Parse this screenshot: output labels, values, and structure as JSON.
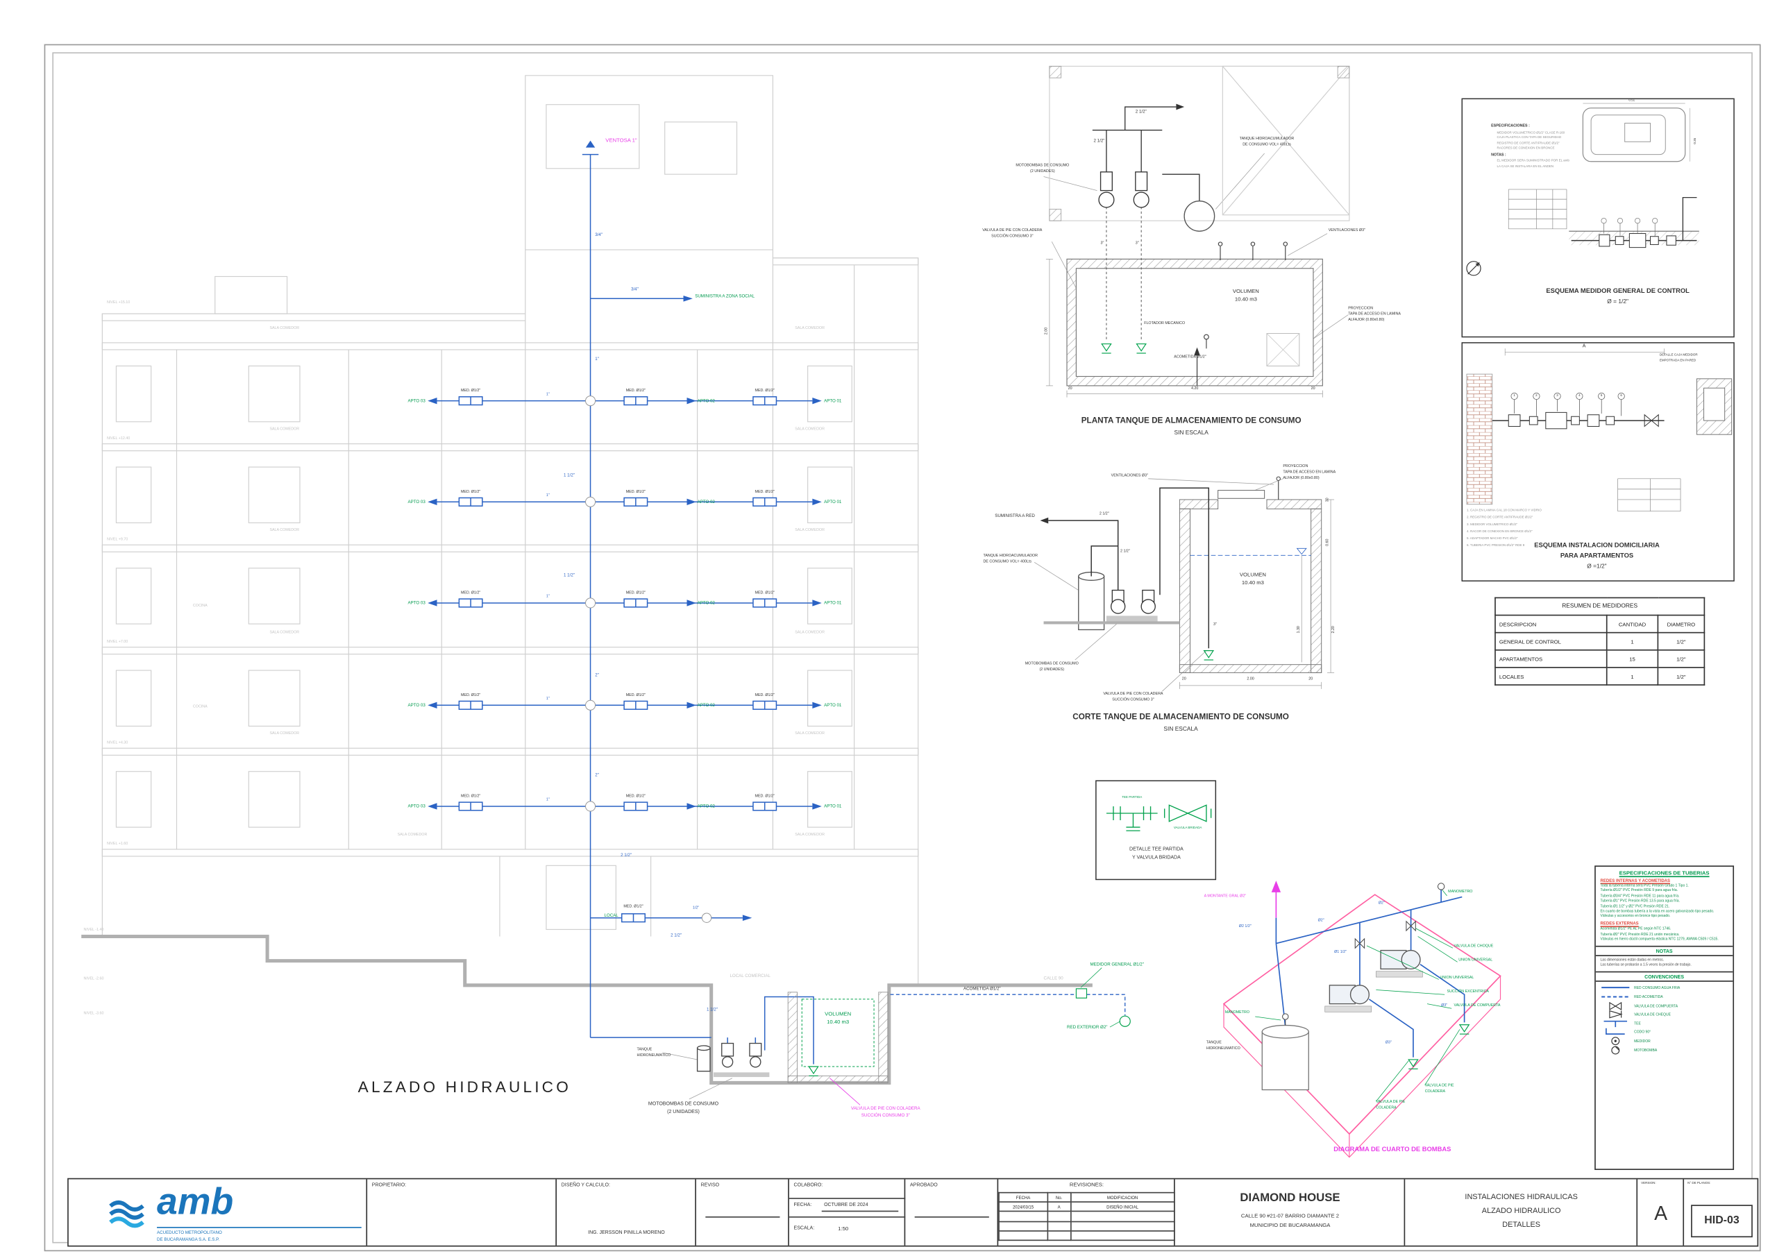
{
  "colors": {
    "pipe_blue": "#2a62c4",
    "label_green": "#009a4e",
    "magenta": "#e83ee8",
    "pump_room_pink": "#ff5fa2",
    "building_gray": "#cfcfcf",
    "amb_blue": "#1b75bb"
  },
  "elevation": {
    "title": "ALZADO HIDRAULICO",
    "ventosa": "VENTOSA 1\"",
    "suministra": "SUMINISTRA A ZONA SOCIAL",
    "apto_01": "APTO 01",
    "apto_02": "APTO 02",
    "apto_03": "APTO 03",
    "med": "MED. Ø1/2\"",
    "local": "LOCAL",
    "half": "1/2\"",
    "branch_size": "1\"",
    "riser_sizes": [
      "3/4\"",
      "3/4\"",
      "1\"",
      "1 1/2\"",
      "1 1/2\"",
      "2\"",
      "2\"",
      "2 1/2\"",
      "2 1/2\"",
      "1 1/2\""
    ],
    "levels": [
      "NIVEL +15.10",
      "NIVEL +12.40",
      "NIVEL +9.70",
      "NIVEL +7.00",
      "NIVEL +4.30",
      "NIVEL +1.60",
      "NIVEL -1.40",
      "NIVEL -2.60",
      "NIVEL -3.60"
    ],
    "rooms": {
      "sala": "SALA COMEDOR",
      "cocina": "COCINA",
      "local_comercial": "LOCAL COMERCIAL",
      "calle": "CALLE 90"
    },
    "volumen_l1": "VOLUMEN",
    "volumen_l2": "10.40 m3",
    "motobombas_l1": "MOTOBOMBAS DE CONSUMO",
    "motobombas_l2": "(2 UNIDADES)",
    "valvula_pie_l1": "VALVULA DE PIE CON COLADERA",
    "valvula_pie_l2": "SUCCIÓN CONSUMO 3\"",
    "tanque_l1": "TANQUE",
    "tanque_l2": "HIDRONEUMATICO",
    "acometida": "ACOMETIDA Ø1/2\"",
    "medidor_general": "MEDIDOR GENERAL Ø1/2\"",
    "red_exterior": "RED EXTERIOR Ø2\""
  },
  "tank_plan": {
    "caption": "PLANTA TANQUE DE ALMACENAMIENTO DE CONSUMO",
    "sin_escala": "SIN ESCALA",
    "size_2h": "2 1/2\"",
    "size_3": "3\"",
    "tanque_l1": "TANQUE HIDROACUMULADOR",
    "tanque_l2": "DE CONSUMO VOL= 400Lts",
    "motobombas_l1": "MOTOBOMBAS DE CONSUMO",
    "motobombas_l2": "(2 UNIDADES)",
    "valvula_l1": "VALVULA DE PIE CON COLADERA",
    "valvula_l2": "SUCCIÓN CONSUMO 3\"",
    "vent": "VENTILACIONES Ø3\"",
    "volumen_l1": "VOLUMEN",
    "volumen_l2": "10.40 m3",
    "flotador": "FLOTADOR MECANICO",
    "acometida": "ACOMETIDA Ø1/2\"",
    "proy_l1": "PROYECCION",
    "proy_l2": "TAPA DE ACCESO EN LAMINA",
    "proy_l3": "ALFAJOR (0.80x0.80)",
    "dim_420": "4.20",
    "dim_20": "20",
    "dim_200": "2.00"
  },
  "tank_section": {
    "caption": "CORTE TANQUE DE ALMACENAMIENTO DE CONSUMO",
    "sin_escala": "SIN ESCALA",
    "vent": "VENTILACIONES Ø3\"",
    "suministra": "SUMINISTRA A RED",
    "size_2h": "2 1/2\"",
    "size_3": "3\"",
    "tanque_l1": "TANQUE HIDROACUMULADOR",
    "tanque_l2": "DE CONSUMO VOL= 400Lts",
    "volumen_l1": "VOLUMEN",
    "volumen_l2": "10.40 m3",
    "motobombas_l1": "MOTOBOMBAS DE CONSUMO",
    "motobombas_l2": "(2 UNIDADES)",
    "valvula_l1": "VALVULA DE PIE CON COLADERA",
    "valvula_l2": "SUCCIÓN CONSUMO 3\"",
    "proy_l1": "PROYECCION",
    "proy_l2": "TAPA DE ACCESO EN LAMINA",
    "proy_l3": "ALFAJOR (0.80x0.80)",
    "dim_200": "2.00",
    "dim_20": "20",
    "dim_130": "1.30",
    "dim_060": "0.60",
    "dim_220": "2.20",
    "dim_30": "30"
  },
  "esq_medidor": {
    "caption_l1": "ESQUEMA MEDIDOR GENERAL DE CONTROL",
    "caption_l2": "Ø = 1/2\"",
    "espec_title": "ESPECIFICACIONES :",
    "espec_lines": [
      "MEDIDOR VOLUMETRICO Ø1/2\" CLASE R-160",
      "CAJA PLASTICA CON TAPA DE SEGURIDAD",
      "REGISTRO DE CORTE ANTIFRAUDE Ø1/2\"",
      "RACORES DE CONEXION EN BRONCE"
    ],
    "notas_title": "NOTAS :",
    "notas_lines": [
      "EL MEDIDOR SERA SUMINISTRADO POR EL amb",
      "LA CAJA SE INSTALARA EN EL ANDEN"
    ],
    "dim_051": "0.51",
    "dim_035": "0.35"
  },
  "esq_dom": {
    "caption_l1": "ESQUEMA INSTALACION DOMICILIARIA",
    "caption_l2": "PARA APARTAMENTOS",
    "caption_l3": "Ø =1/2\"",
    "detalle_l1": "DETALLE CAJA MEDIDOR",
    "detalle_l2": "EMPOTRADA EN PARED",
    "dim_a": "A",
    "callouts": [
      "1",
      "2",
      "3",
      "4",
      "5",
      "6"
    ],
    "notes": [
      "1. CAJA EN LAMINA CAL.18 CON MARCO Y VIDRIO",
      "2. REGISTRO DE CORTE ANTIFRAUDE Ø1/2\"",
      "3. MEDIDOR VOLUMETRICO Ø1/2\"",
      "4. RACOR DE CONEXION EN BRONCE Ø1/2\"",
      "5. ADAPTADOR MACHO PVC Ø1/2\"",
      "6. TUBERIA PVC PRESION Ø1/2\" RDE 9"
    ]
  },
  "meters_table": {
    "title": "RESUMEN DE MEDIDORES",
    "headers": [
      "DESCRIPCION",
      "CANTIDAD",
      "DIAMETRO"
    ],
    "rows": [
      [
        "GENERAL DE CONTROL",
        "1",
        "1/2\""
      ],
      [
        "APARTAMENTOS",
        "15",
        "1/2\""
      ],
      [
        "LOCALES",
        "1",
        "1/2\""
      ]
    ]
  },
  "tee_detail": {
    "tee": "TEE PARTIDA",
    "valvula": "VALVULA BRIDADA",
    "caption_l1": "DETALLE TEE PARTIDA",
    "caption_l2": "Y VALVULA BRIDADA"
  },
  "pump_room": {
    "title": "DIAGRAMA DE CUARTO DE BOMBAS",
    "montante": "A MONTANTE GRAL Ø2\"",
    "manometro": "MANOMETRO",
    "choque": "VALVULA DE CHOQUE",
    "union": "UNION UNIVERSAL",
    "succion": "SUCCIÓN EXCENTRICA",
    "compuerta": "VALVULA DE COMPUERTA",
    "pie_l1": "VALVULA DE PIE",
    "pie_l2": "COLADERA",
    "tanque_l1": "TANQUE",
    "tanque_l2": "HIDRONEUMATICO",
    "s2h": "Ø2 1/2\"",
    "s2": "Ø2\"",
    "s1h": "Ø1 1/2\"",
    "s3": "Ø3\""
  },
  "specs": {
    "title": "ESPECIFICACIONES DE TUBERIAS",
    "internas_title": "REDES INTERNAS Y ACOMETIDAS",
    "internas": [
      "Toda la tubería interna será PVC Presión Grado 1 Tipo 1.",
      "Tubería Ø1/2\" PVC Presión RDE 9 para agua fría.",
      "Tubería Ø3/4\" PVC Presión RDE 11 para agua fría.",
      "Tubería Ø1\" PVC Presión RDE 13.5 para agua fría.",
      "Tubería Ø1 1/2\" y Ø2\" PVC Presión RDE 21.",
      "En cuarto de bombas tubería a la vista en acero galvanizado tipo pesado.",
      "Válvulas y accesorios en bronce tipo pesado."
    ],
    "externas_title": "REDES EXTERNAS",
    "externas": [
      "Acometida Ø1/2\" PE AL PE según NTC 1746.",
      "Tubería Ø2\" PVC Presión RDE 21 unión mecánica.",
      "Válvulas en hierro dúctil compuerta elástica NTC 1279, AWWA C509 / C515."
    ],
    "notas_title": "NOTAS",
    "notas": [
      "Las dimensiones están dadas en metros.",
      "Las tuberías se probarán a 1.5 veces la presión de trabajo."
    ],
    "conv_title": "CONVENCIONES",
    "legend": [
      "RED CONSUMO AGUA FRIA",
      "RED ACOMETIDA",
      "VALVULA DE COMPUERTA",
      "VALVULA DE CHEQUE",
      "TEE",
      "CODO 90°",
      "MEDIDOR",
      "MOTOBOMBA"
    ]
  },
  "title_block": {
    "amb": "amb",
    "amb_sub1": "ACUEDUCTO METROPOLITANO",
    "amb_sub2": "DE BUCARAMANGA S.A.  E.S.P.",
    "propietario": "PROPIETARIO:",
    "diseno": "DISEÑO Y CALCULO:",
    "ing": "ING. JERSSON PINILLA MORENO",
    "reviso": "REVISO",
    "colaboro": "COLABORO:",
    "fecha_lbl": "FECHA:",
    "fecha": "OCTUBRE DE 2024",
    "escala_lbl": "ESCALA:",
    "escala": "1:50",
    "aprobado": "APROBADO",
    "revisiones": "REVISIONES:",
    "rev_headers": [
      "FECHA",
      "No.",
      "MODIFICACION"
    ],
    "rev_row": [
      "2024/03/15",
      "A",
      "DISEÑO  INICIAL"
    ],
    "proyecto_l1": "DIAMOND HOUSE",
    "proyecto_l2": "CALLE 90 #21-07 BARRIO DIAMANTE 2",
    "proyecto_l3": "MUNICIPIO DE BUCARAMANGA",
    "plano_l1": "INSTALACIONES HIDRAULICAS",
    "plano_l2": "ALZADO HIDRAULICO",
    "plano_l3": "DETALLES",
    "version_lbl": "VERSION:",
    "version": "A",
    "planos_lbl": "N° DE PLANOS:",
    "plano_num": "HID-03"
  }
}
